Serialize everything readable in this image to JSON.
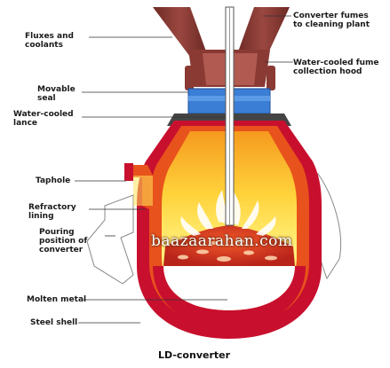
{
  "labels": {
    "fluxes": "Fluxes and\ncoolants",
    "fumes": "Converter fumes\nto cleaning plant",
    "hood": "Water-cooled fume\ncollection hood",
    "seal": "Movable\nseal",
    "lance": "Water-cooled\nlance",
    "taphole": "Taphole",
    "refractory": "Refractory\nlining",
    "pouring": "Pouring\nposition of\nconverter",
    "molten": "Molten metal",
    "shell": "Steel shell"
  },
  "caption": "LD-converter",
  "watermark": "baazaarahan.com",
  "colors": {
    "shell": "#c8102e",
    "lining": "#e8521c",
    "flame_inner": "#ffe85a",
    "hood": "#8a3a33",
    "seal": "#3a7fd5",
    "slag": "#c0392b"
  }
}
